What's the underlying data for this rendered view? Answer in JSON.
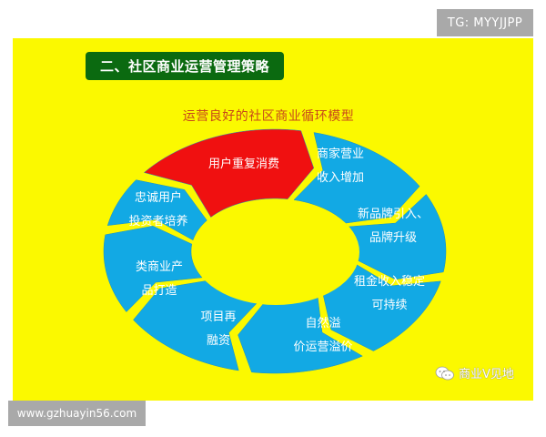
{
  "watermark_top": "TG: MYYJJPP",
  "watermark_bottom": "www.gzhuayin56.com",
  "slide": {
    "section_title": "二、社区商业运营管理策略",
    "diagram_title": "运营良好的社区商业循环模型",
    "colors": {
      "background": "#fbf900",
      "title_box": "#0b6a10",
      "subtitle": "#c8471a",
      "segment_highlight": "#f01010",
      "segment": "#12a9e4",
      "segment_text": "#ffffff"
    },
    "cycle_segments": [
      {
        "label_line1": "用户重复消费",
        "label_line2": "",
        "highlight": true
      },
      {
        "label_line1": "商家营业",
        "label_line2": "收入增加",
        "highlight": false
      },
      {
        "label_line1": "新品牌引入、",
        "label_line2": "品牌升级",
        "highlight": false
      },
      {
        "label_line1": "租金收入稳定",
        "label_line2": "可持续",
        "highlight": false
      },
      {
        "label_line1": "自然溢",
        "label_line2": "价运营溢价",
        "highlight": false
      },
      {
        "label_line1": "项目再",
        "label_line2": "融资",
        "highlight": false
      },
      {
        "label_line1": "类商业产",
        "label_line2": "品打造",
        "highlight": false
      },
      {
        "label_line1": "忠诚用户",
        "label_line2": "投资者培养",
        "highlight": false
      }
    ],
    "source_tag": {
      "icon": "wechat-icon",
      "label": "商业V见地"
    }
  }
}
